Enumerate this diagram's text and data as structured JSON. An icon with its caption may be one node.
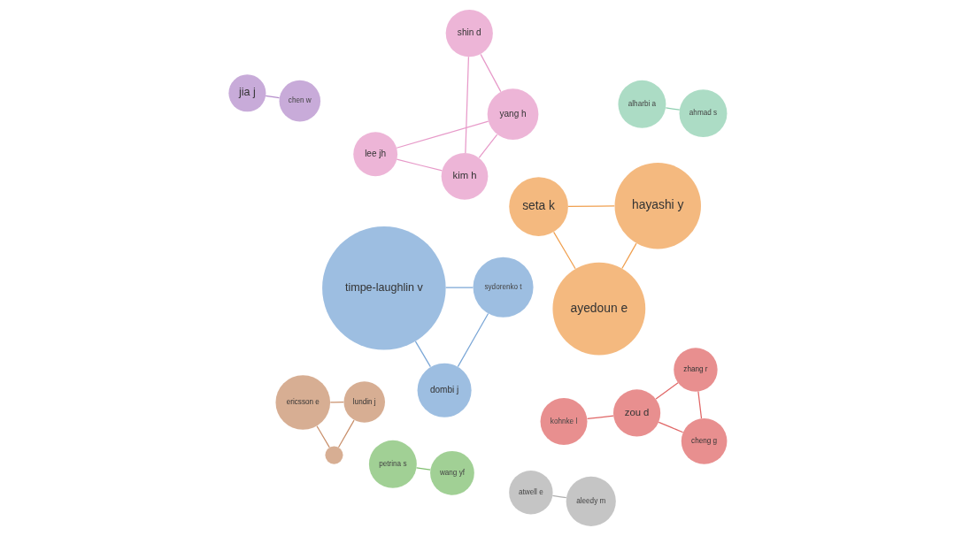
{
  "diagram": {
    "nodes": [
      {
        "text": [
          "kohnke l"
        ]
      },
      {
        "text": [
          "zou d"
        ]
      },
      {
        "text": [
          "cheng g"
        ]
      },
      {
        "text": [
          "zhang r"
        ]
      },
      {
        "text": [
          "seta k"
        ]
      },
      {
        "text": [
          "hayashi y"
        ]
      },
      {
        "text": [
          "ayedoun e"
        ]
      },
      {
        "text": [
          "petrina s"
        ]
      },
      {
        "text": [
          "wang yf"
        ]
      },
      {
        "text": [
          "jia j"
        ]
      },
      {
        "text": [
          "chen w"
        ]
      },
      {
        "text": [
          "timpe-laughlin v"
        ]
      },
      {
        "text": [
          "sydorenko t"
        ]
      },
      {
        "text": [
          "dombi j"
        ]
      },
      {
        "text": [
          "lee jh"
        ]
      },
      {
        "text": [
          "alharbi a"
        ]
      },
      {
        "text": [
          "ahmad s"
        ]
      },
      {
        "text": [
          "yang h"
        ]
      },
      {
        "text": [
          "kim h"
        ]
      },
      {
        "text": [
          "shin d"
        ]
      },
      {
        "text": [
          "ericsson e"
        ]
      },
      {
        "text": [
          "lundin j"
        ]
      },
      {
        "text": [],
        "shape": "circle"
      },
      {
        "text": [
          "atwell e"
        ]
      },
      {
        "text": [
          "aleedy m"
        ]
      }
    ],
    "edges": [
      {
        "from": 0,
        "to": 1,
        "arrow": "none",
        "color": "#e06666"
      },
      {
        "from": 1,
        "to": 2,
        "arrow": "none",
        "color": "#e06666"
      },
      {
        "from": 1,
        "to": 3,
        "arrow": "none",
        "color": "#e06666"
      },
      {
        "from": 2,
        "to": 3,
        "arrow": "none",
        "color": "#e06666"
      },
      {
        "from": 4,
        "to": 5,
        "arrow": "none",
        "color": "#f0a050"
      },
      {
        "from": 4,
        "to": 6,
        "arrow": "none",
        "color": "#f0a050"
      },
      {
        "from": 5,
        "to": 6,
        "arrow": "none",
        "color": "#f0a050"
      },
      {
        "from": 7,
        "to": 8,
        "arrow": "none",
        "color": "#7fbf6f"
      },
      {
        "from": 9,
        "to": 10,
        "arrow": "none",
        "color": "#b48ccb"
      },
      {
        "from": 11,
        "to": 12,
        "arrow": "none",
        "color": "#7aa6d6"
      },
      {
        "from": 11,
        "to": 13,
        "arrow": "none",
        "color": "#7aa6d6"
      },
      {
        "from": 12,
        "to": 13,
        "arrow": "none",
        "color": "#7aa6d6"
      },
      {
        "from": 16,
        "to": 15,
        "arrow": "none",
        "color": "#8ecfb0"
      },
      {
        "from": 17,
        "to": 14,
        "arrow": "none",
        "color": "#e79ac9"
      },
      {
        "from": 14,
        "to": 18,
        "arrow": "none",
        "color": "#e79ac9"
      },
      {
        "from": 17,
        "to": 18,
        "arrow": "none",
        "color": "#e79ac9"
      },
      {
        "from": 17,
        "to": 19,
        "arrow": "none",
        "color": "#e79ac9"
      },
      {
        "from": 19,
        "to": 18,
        "arrow": "none",
        "color": "#e79ac9"
      },
      {
        "from": 21,
        "to": 20,
        "arrow": "none",
        "color": "#c9906c"
      },
      {
        "from": 21,
        "to": 22,
        "arrow": "none",
        "color": "#c9906c"
      },
      {
        "from": 20,
        "to": 22,
        "arrow": "none",
        "color": "#c9906c"
      },
      {
        "from": 23,
        "to": 24,
        "arrow": "none",
        "color": "#b0b0b0"
      }
    ]
  }
}
